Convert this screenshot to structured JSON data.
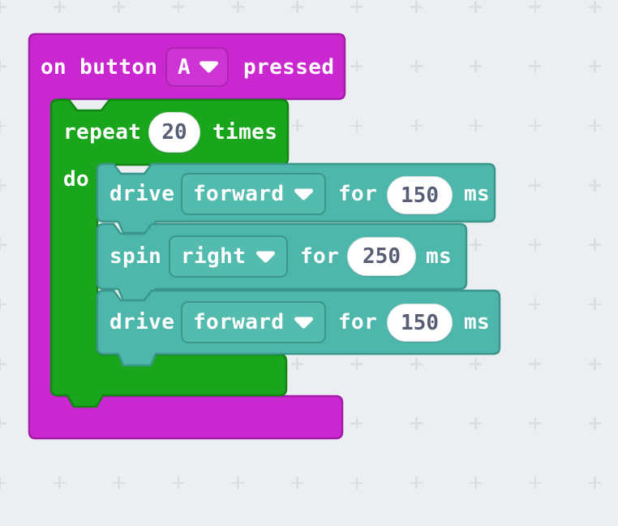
{
  "workspace": {
    "background_color": "#ECEFF1",
    "grid_cross_color": "#DADFE2"
  },
  "palette": {
    "event_fill": "#CB27D1",
    "event_border": "#A31CA9",
    "loop_fill": "#1AA61C",
    "loop_border": "#128414",
    "action_fill": "#4DB7AB",
    "action_border": "#3B968B",
    "label_text": "#FFFFFF",
    "field_text": "#575E75"
  },
  "blocks": {
    "event": {
      "prefix": "on button",
      "button": "A",
      "suffix": "pressed"
    },
    "loop": {
      "prefix": "repeat",
      "count": "20",
      "suffix": "times",
      "do_label": "do"
    },
    "statements": [
      {
        "verb": "drive",
        "direction": "forward",
        "for_label": "for",
        "duration": "150",
        "unit": "ms"
      },
      {
        "verb": "spin",
        "direction": "right",
        "for_label": "for",
        "duration": "250",
        "unit": "ms"
      },
      {
        "verb": "drive",
        "direction": "forward",
        "for_label": "for",
        "duration": "150",
        "unit": "ms"
      }
    ]
  }
}
